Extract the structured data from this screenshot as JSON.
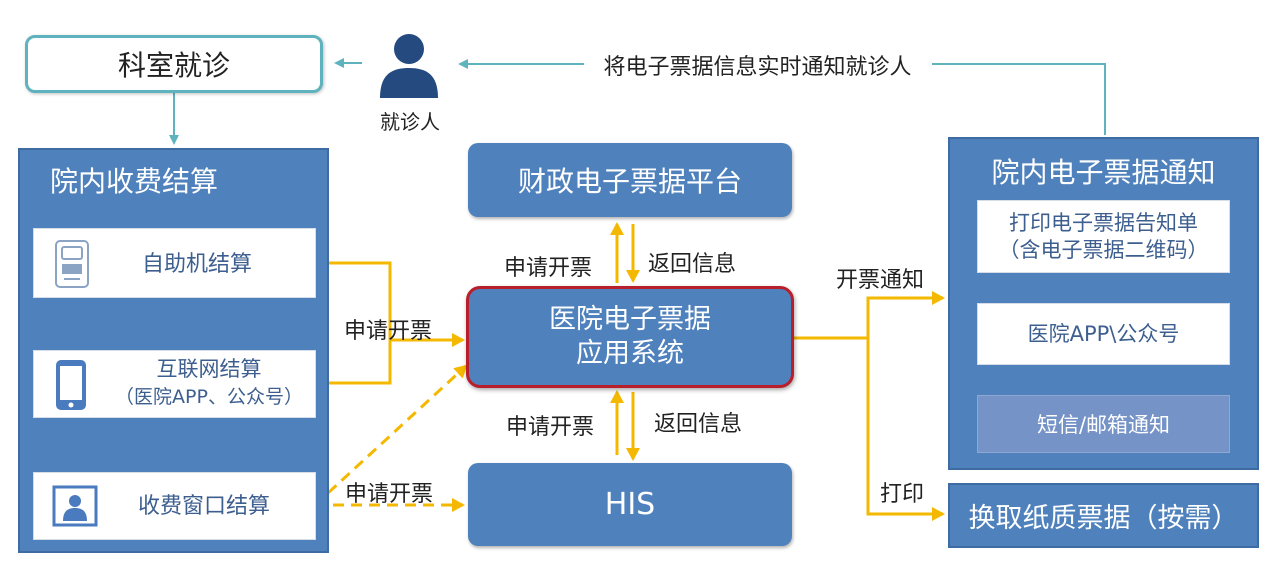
{
  "department": {
    "label": "科室就诊"
  },
  "patient": {
    "label": "就诊人"
  },
  "notify_patient": {
    "label": "将电子票据信息实时通知就诊人"
  },
  "left_panel": {
    "title": "院内收费结算",
    "items": [
      {
        "label": "自助机结算",
        "sub": ""
      },
      {
        "label": "互联网结算",
        "sub": "（医院APP、公众号）"
      },
      {
        "label": "收费窗口结算",
        "sub": ""
      }
    ]
  },
  "finance_platform": {
    "label": "财政电子票据平台"
  },
  "core_system": {
    "line1": "医院电子票据",
    "line2": "应用系统"
  },
  "his": {
    "label": "HIS"
  },
  "flow_labels": {
    "apply_top": "申请开票",
    "return_top": "返回信息",
    "apply_left": "申请开票",
    "apply_bottom": "申请开票",
    "return_bottom": "返回信息",
    "apply_window": "申请开票",
    "issue_notify": "开票通知",
    "print": "打印"
  },
  "right_panel": {
    "title": "院内电子票据通知",
    "items": [
      {
        "line1": "打印电子票据告知单",
        "line2": "（含电子票据二维码）"
      },
      {
        "line1": "医院APP\\公众号",
        "line2": ""
      },
      {
        "line1": "短信/邮箱通知",
        "line2": ""
      }
    ]
  },
  "paper_receipt": {
    "label": "换取纸质票据（按需）"
  },
  "colors": {
    "panel_blue": "#4f81bd",
    "teal": "#5fb3be",
    "flow_yellow": "#f5b800",
    "core_border": "#b81f2a"
  }
}
